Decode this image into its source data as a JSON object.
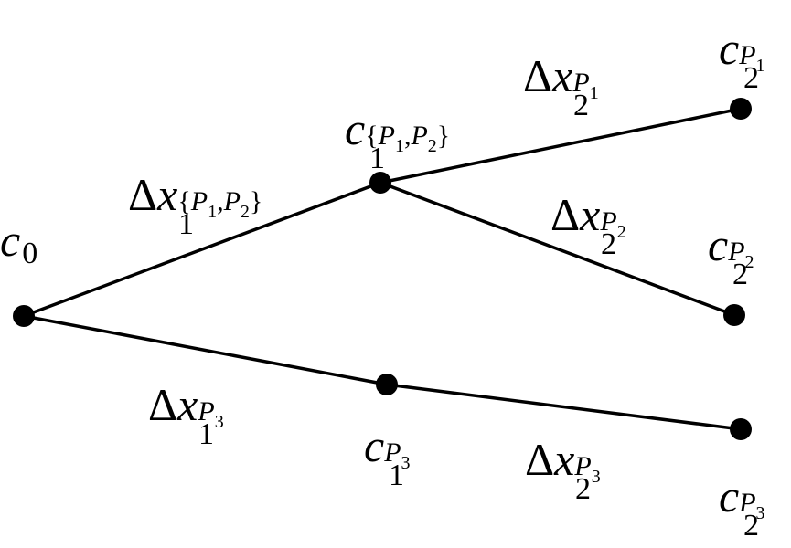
{
  "colors": {
    "line": "#000000",
    "node": "#000000",
    "background": "#ffffff"
  },
  "nodes": [
    {
      "id": "c0",
      "base": "c",
      "sub": "0",
      "sup": ""
    },
    {
      "id": "c1P12",
      "base": "c",
      "sub": "1",
      "sup": "{P1,P2}"
    },
    {
      "id": "c2P1",
      "base": "c",
      "sub": "2",
      "sup": "P1"
    },
    {
      "id": "c2P2",
      "base": "c",
      "sub": "2",
      "sup": "P2"
    },
    {
      "id": "c1P3",
      "base": "c",
      "sub": "1",
      "sup": "P3"
    },
    {
      "id": "c2P3",
      "base": "c",
      "sub": "2",
      "sup": "P3"
    }
  ],
  "edges": [
    {
      "from": "c0",
      "to": "c1P12",
      "delta": "Δ",
      "base": "x",
      "sub": "1",
      "sup": "{P1,P2}"
    },
    {
      "from": "c1P12",
      "to": "c2P1",
      "delta": "Δ",
      "base": "x",
      "sub": "2",
      "sup": "P1"
    },
    {
      "from": "c1P12",
      "to": "c2P2",
      "delta": "Δ",
      "base": "x",
      "sub": "2",
      "sup": "P2"
    },
    {
      "from": "c0",
      "to": "c1P3",
      "delta": "Δ",
      "base": "x",
      "sub": "1",
      "sup": "P3"
    },
    {
      "from": "c1P3",
      "to": "c2P3",
      "delta": "Δ",
      "base": "x",
      "sub": "2",
      "sup": "P3"
    }
  ]
}
